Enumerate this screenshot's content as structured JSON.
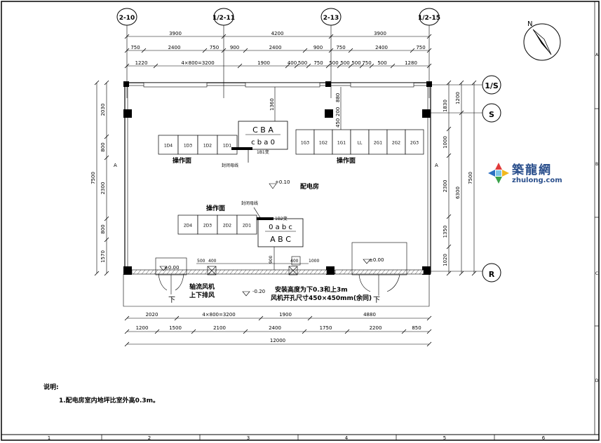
{
  "grid": {
    "top": [
      "2-10",
      "1/2-11",
      "2-13",
      "1/2-15"
    ],
    "right": [
      "1/S",
      "S",
      "R"
    ]
  },
  "compass": {
    "north": "N"
  },
  "dims": {
    "top_row1": [
      "3900",
      "4200",
      "3900"
    ],
    "top_row2": [
      "750",
      "2400",
      "750",
      "900",
      "2400",
      "900",
      "750",
      "2400",
      "750"
    ],
    "top_row3": [
      "1220",
      "4×800=3200",
      "1900",
      "400",
      "500",
      "750",
      "500",
      "500",
      "500",
      "750",
      "500",
      "1280"
    ],
    "left_outer": "7500",
    "left_inner": [
      "2030",
      "800",
      "2300",
      "800",
      "1570"
    ],
    "mid_vert": [
      "1360",
      "880",
      "450",
      "200"
    ],
    "right_inner": [
      "1830",
      "1000",
      "2300",
      "1350",
      "1020"
    ],
    "right_outer": [
      "1200",
      "6300",
      "7500"
    ],
    "lower_small": [
      "500",
      "400",
      "900",
      "400",
      "1000"
    ],
    "bottom_row1": [
      "2020",
      "4×800=3200",
      "1900",
      "4880"
    ],
    "bottom_row2": [
      "1200",
      "1500",
      "2100",
      "2400",
      "1750",
      "2200",
      "850"
    ],
    "bottom_total": "12000"
  },
  "panels_upper_left": [
    "1D4",
    "1D3",
    "1D2",
    "1D1"
  ],
  "panels_upper_right": [
    "1G3",
    "1G2",
    "1G1",
    "LL",
    "2G1",
    "2G2",
    "2G3"
  ],
  "panels_lower": [
    "2D4",
    "2D3",
    "2D2",
    "2D1"
  ],
  "transformer1": {
    "top": "C  B  A",
    "bottom": "c  b  a  0",
    "name": "1B1变"
  },
  "transformer2": {
    "top": "0  a  b  c",
    "bottom": "A  B  C",
    "name": "1B2变"
  },
  "labels": {
    "ops_face": "操作面",
    "bus": "封闭母线",
    "room": "配电房",
    "level_room": "+0.10",
    "level_left": "±0.00",
    "level_right": "±0.00",
    "level_low": "-0.20",
    "fan": "轴流风机",
    "fan2": "上下排风",
    "down": "下",
    "install": "安装高度为下0.3和上3m",
    "opening": "风机开孔尺寸450×450mm(余同)",
    "axis_a": "A"
  },
  "notes": {
    "title": "说明:",
    "item1": "1.配电房室内地坪比室外高0.3m。"
  },
  "frame_cols": [
    "1",
    "2",
    "3",
    "4",
    "5",
    "6"
  ],
  "frame_rows": [
    "A",
    "B",
    "C",
    "D"
  ],
  "logo": {
    "cn": "築龍網",
    "en": "zhulong.com"
  }
}
